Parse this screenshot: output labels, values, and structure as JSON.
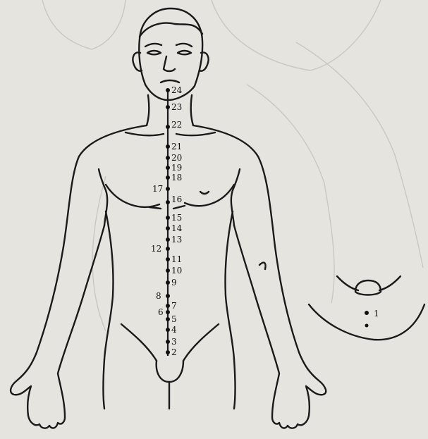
{
  "diagram": {
    "points": [
      {
        "label": "1"
      },
      {
        "label": "2"
      },
      {
        "label": "3"
      },
      {
        "label": "4"
      },
      {
        "label": "5"
      },
      {
        "label": "6"
      },
      {
        "label": "7"
      },
      {
        "label": "8"
      },
      {
        "label": "9"
      },
      {
        "label": "10"
      },
      {
        "label": "11"
      },
      {
        "label": "12"
      },
      {
        "label": "13"
      },
      {
        "label": "14"
      },
      {
        "label": "15"
      },
      {
        "label": "16"
      },
      {
        "label": "17"
      },
      {
        "label": "18"
      },
      {
        "label": "19"
      },
      {
        "label": "20"
      },
      {
        "label": "21"
      },
      {
        "label": "22"
      },
      {
        "label": "23"
      },
      {
        "label": "24"
      }
    ]
  }
}
